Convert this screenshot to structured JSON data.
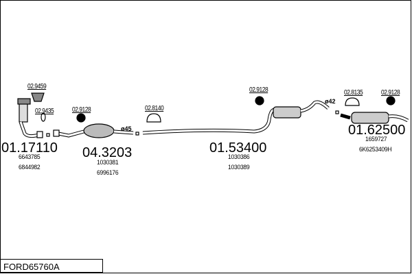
{
  "diagram_code": "FORD65760A",
  "parts": [
    {
      "number": "01.17110",
      "oe": [
        "6643785",
        "6844982"
      ],
      "name": "front-pipe-catalyst"
    },
    {
      "number": "04.3203",
      "oe": [
        "1030381",
        "6996176"
      ],
      "name": "catalytic-converter"
    },
    {
      "number": "01.53400",
      "oe": [
        "1030386",
        "1030389"
      ],
      "name": "middle-silencer"
    },
    {
      "number": "01.62500",
      "oe": [
        "1659727",
        "6K6253409H"
      ],
      "name": "rear-silencer"
    }
  ],
  "accessories": [
    "02.9459",
    "02.9435",
    "02.9128",
    "02.8140",
    "02.9128",
    "02.8135",
    "02.9128"
  ],
  "diameters": [
    "ø45",
    "ø42"
  ]
}
